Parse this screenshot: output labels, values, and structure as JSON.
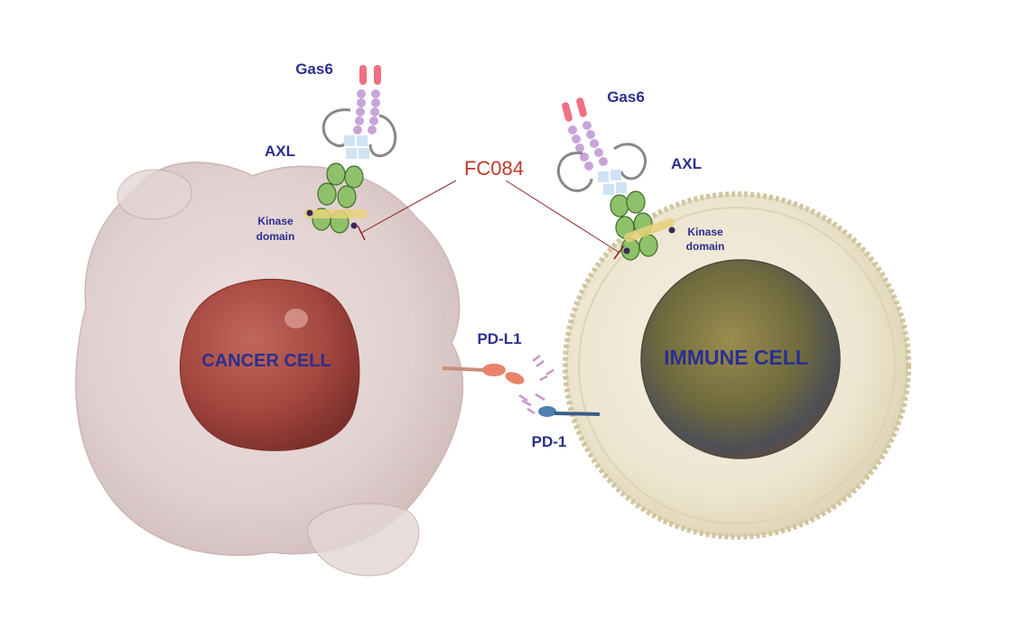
{
  "labels": {
    "gas6_left": "Gas6",
    "axl_left": "AXL",
    "kinase_left_1": "Kinase",
    "kinase_left_2": "domain",
    "drug": "FC084",
    "gas6_right": "Gas6",
    "axl_right": "AXL",
    "kinase_right_1": "Kinase",
    "kinase_right_2": "domain",
    "pdl1": "PD-L1",
    "pd1": "PD-1",
    "cancer_cell": "CANCER  CELL",
    "immune_cell": "IMMUNE CELL"
  },
  "colors": {
    "label_blue": "#2a2f8f",
    "drug_red": "#c0392b",
    "gas6_head": "#f07080",
    "gas6_beads": "#c9a4d8",
    "axl_ig": "#cfe3f5",
    "axl_fn": "#8fc06a",
    "kinase": "#e6d27a",
    "nucleus_cancer": "#a4473f",
    "nucleus_immune": "#6f6a3e",
    "pdl1": "#e8846a",
    "pd1": "#4f7eb0"
  }
}
